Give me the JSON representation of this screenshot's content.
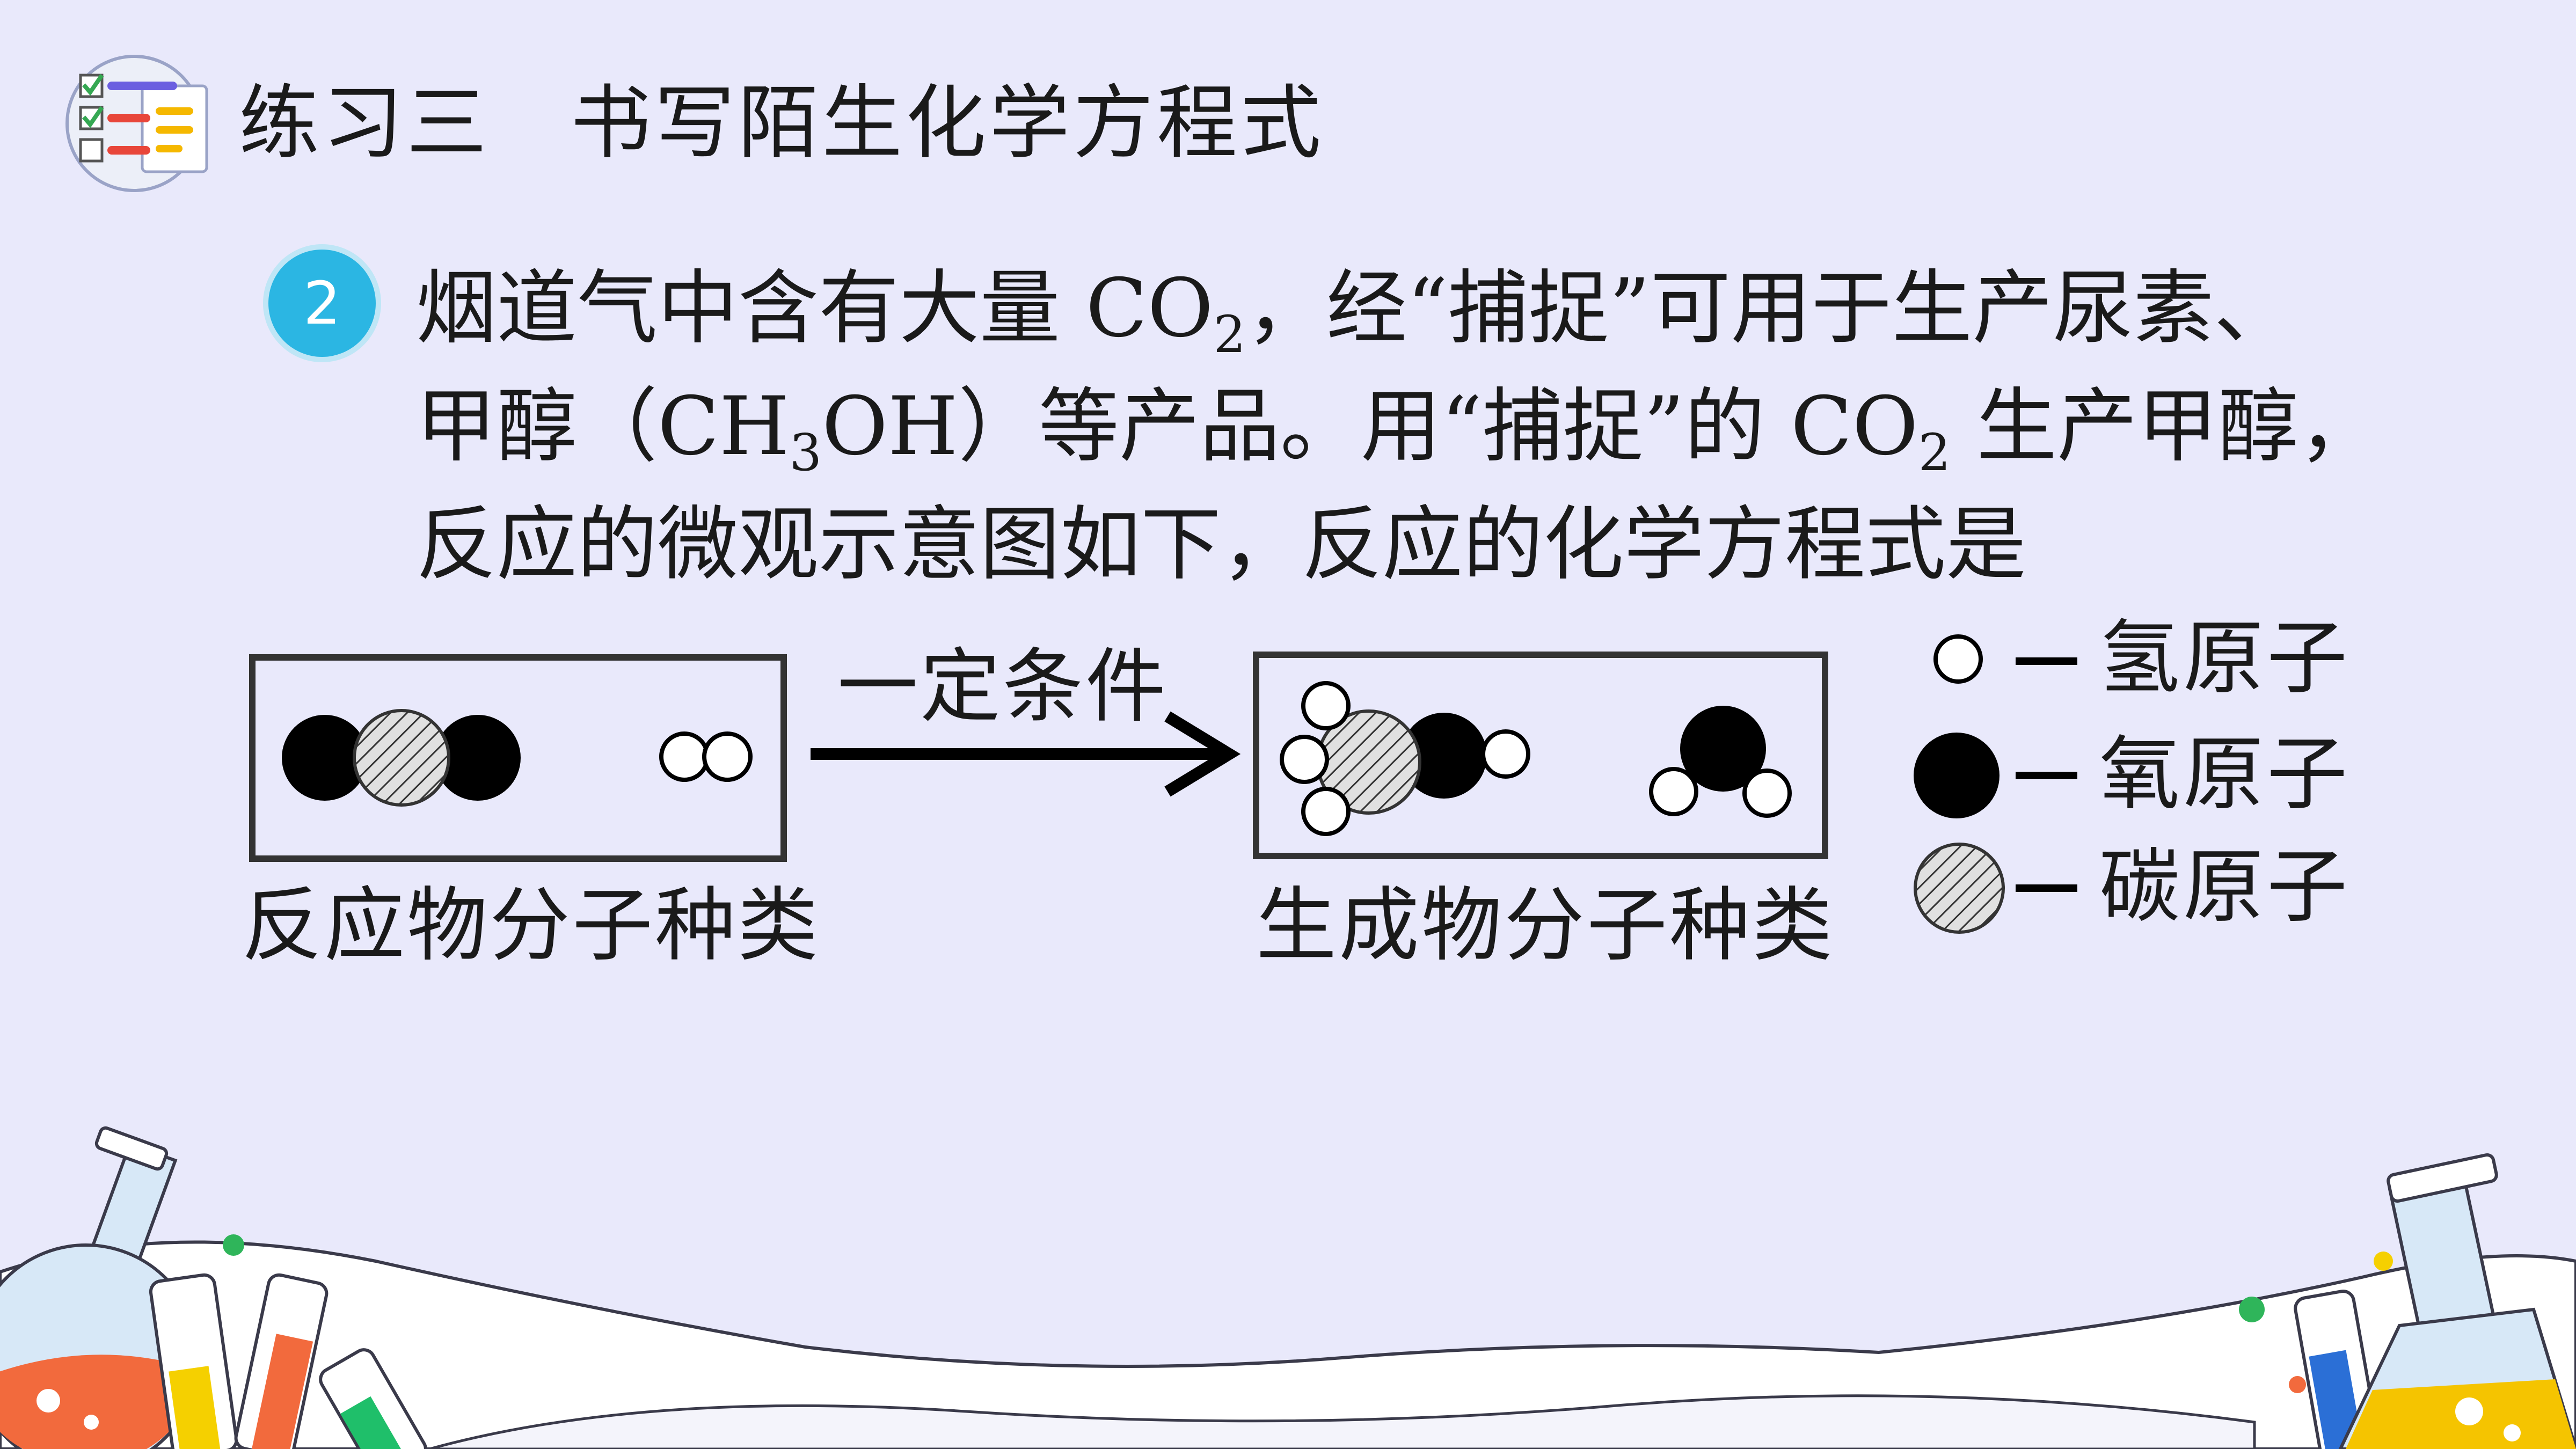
{
  "header": {
    "section": "练习三",
    "title": "书写陌生化学方程式"
  },
  "question": {
    "number": "2",
    "line1_a": "烟道气中含有大量 CO",
    "line1_sub": "2",
    "line1_b": "，经“捕捉”可用于生产尿素、",
    "line2_a": "甲醇（CH",
    "line2_sub1": "3",
    "line2_b": "OH）等产品。用“捕捉”的 CO",
    "line2_sub2": "2",
    "line2_c": " 生产甲醇，",
    "line3": "反应的微观示意图如下，反应的化学方程式是"
  },
  "diagram": {
    "condition": "一定条件",
    "reactant_caption": "反应物分子种类",
    "product_caption": "生成物分子种类"
  },
  "legend": {
    "hydrogen": "—氢原子",
    "oxygen": "—氧原子",
    "carbon": "—碳原子"
  }
}
